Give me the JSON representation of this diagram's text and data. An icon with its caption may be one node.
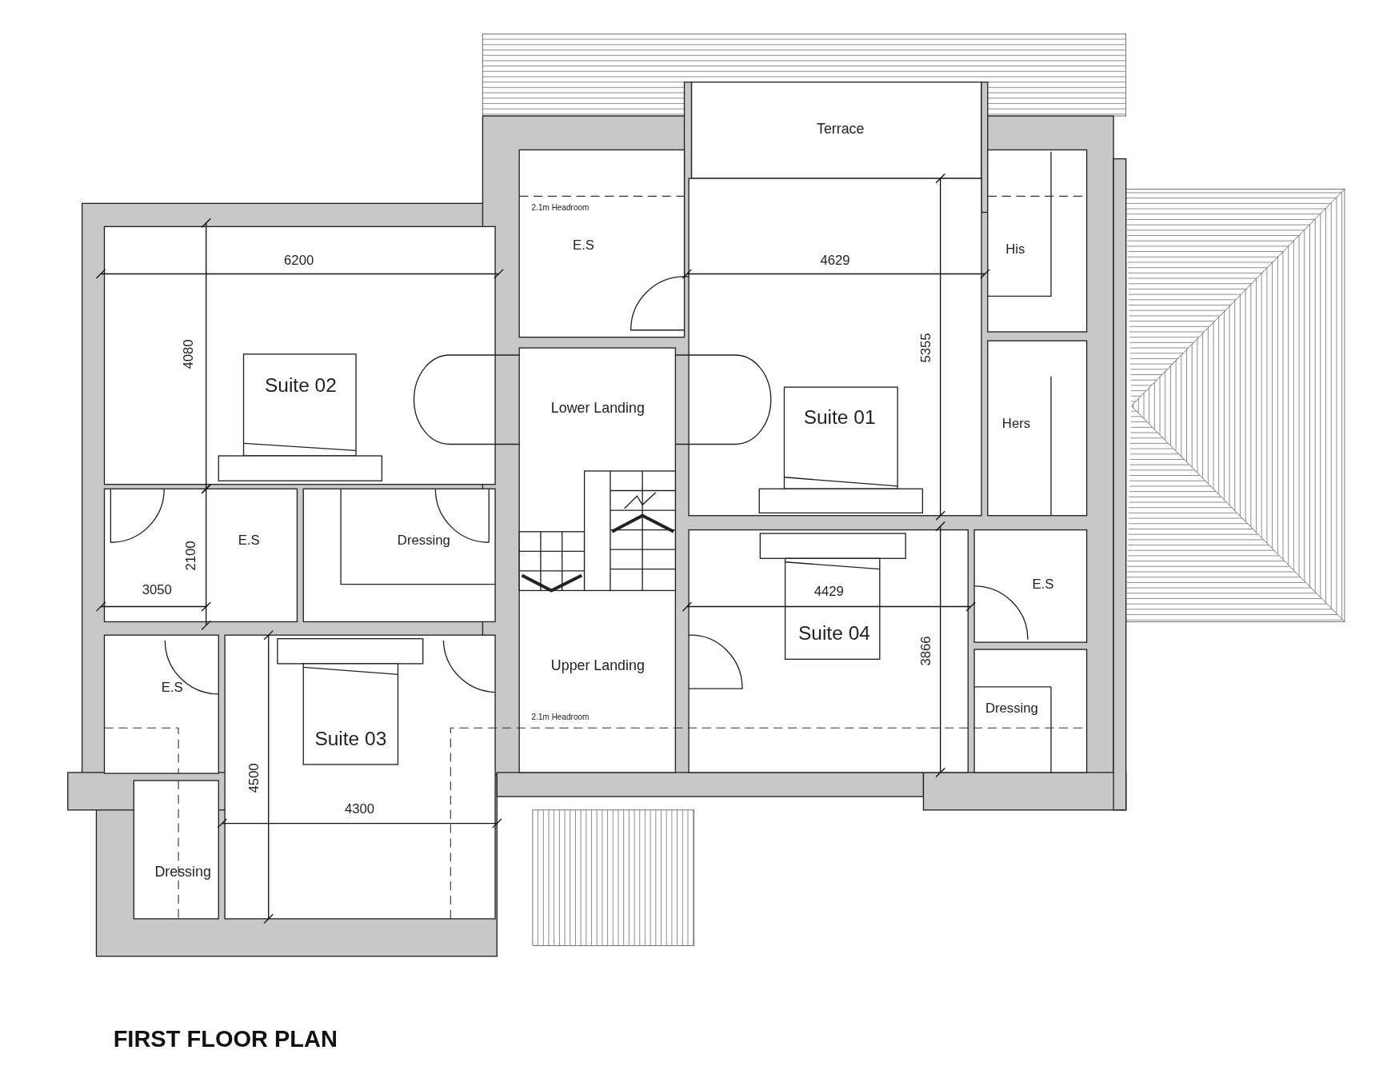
{
  "diagram": {
    "title": "FIRST FLOOR PLAN",
    "labels": [
      "Terrace",
      "2.1m Headroom",
      "E.S",
      "6200",
      "4629",
      "His",
      "5355",
      "4080",
      "Suite 02",
      "Lower Landing",
      "Suite 01",
      "Hers",
      "E.S",
      "2100",
      "Dressing",
      "3050",
      "4429",
      "E.S",
      "Suite 04",
      "3866",
      "E.S",
      "Upper Landing",
      "2.1m Headroom",
      "Dressing",
      "Suite 03",
      "4500",
      "4300",
      "Dressing"
    ]
  }
}
